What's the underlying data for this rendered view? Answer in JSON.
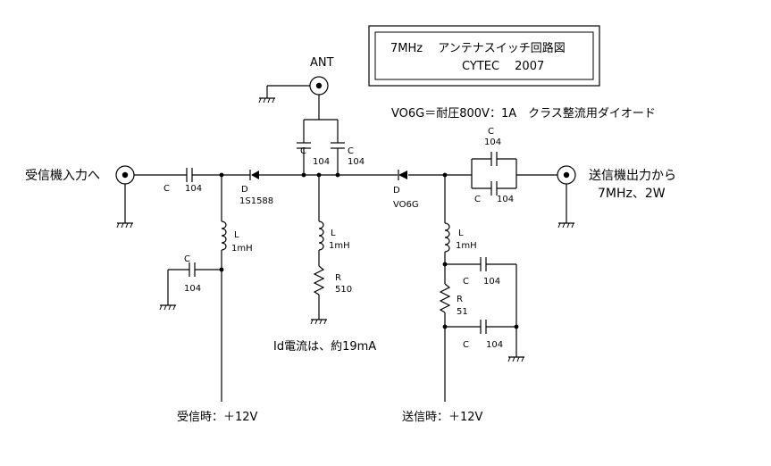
{
  "title_box": {
    "line1": "7MHz　 アンテナスイッチ回路図",
    "line2": "CYTEC　 2007"
  },
  "ant_label": "ANT",
  "diode_note": "VO6G＝耐圧800V：1A　クラス整流用ダイオード",
  "rx_port": "受信機入力へ",
  "tx_port": "送信機出力から",
  "tx_power": "7MHz、2W",
  "current_note": "Id電流は、約19mA",
  "rx_supply": "受信時：＋12V",
  "tx_supply": "送信時：＋12V",
  "parts": {
    "c_rx_series": {
      "ref": "C",
      "value": "104"
    },
    "d_rx": {
      "ref": "D",
      "value": "1S1588"
    },
    "l_rx": {
      "ref": "L",
      "value": "1mH"
    },
    "c_rx_bypass": {
      "ref": "C",
      "value": "104"
    },
    "c_ant_left": {
      "ref": "C",
      "value": "104"
    },
    "c_ant_right": {
      "ref": "C",
      "value": "104"
    },
    "l_center": {
      "ref": "L",
      "value": "1mH"
    },
    "r_center": {
      "ref": "R",
      "value": "510"
    },
    "d_tx": {
      "ref": "D",
      "value": "VO6G"
    },
    "c_tx_top": {
      "ref": "C",
      "value": "104"
    },
    "c_tx_bottom": {
      "ref": "C",
      "value": "104"
    },
    "l_tx": {
      "ref": "L",
      "value": "1mH"
    },
    "c_tx_upper_bypass": {
      "ref": "C",
      "value": "104"
    },
    "r_tx": {
      "ref": "R",
      "value": "51"
    },
    "c_tx_lower_bypass": {
      "ref": "C",
      "value": "104"
    }
  }
}
